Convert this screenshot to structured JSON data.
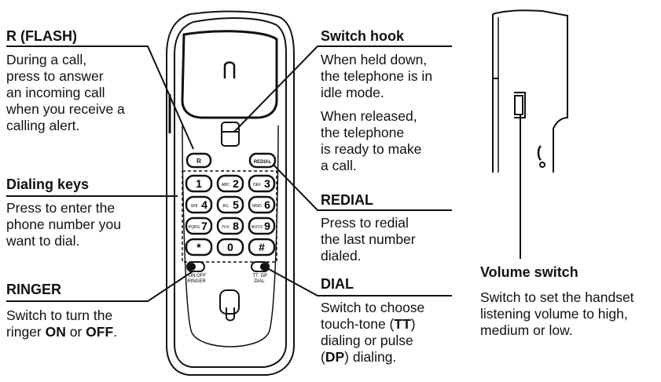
{
  "callouts": {
    "r_flash": {
      "title": "R (FLASH)",
      "lines": [
        "During a call,",
        "press to answer",
        "an incoming call",
        "when you receive a",
        "calling alert."
      ]
    },
    "dialing_keys": {
      "title": "Dialing keys",
      "lines": [
        "Press to enter the",
        "phone number you",
        "want to dial."
      ]
    },
    "ringer": {
      "title": "RINGER",
      "line1": "Switch to turn the",
      "line2_pre": "ringer ",
      "line2_on": "ON",
      "line2_mid": " or ",
      "line2_off": "OFF",
      "line2_end": "."
    },
    "switch_hook": {
      "title": "Switch hook",
      "lines_held": [
        "When held down,",
        "the telephone is in",
        "idle mode."
      ],
      "lines_released": [
        "When released,",
        "the telephone",
        "is ready to make",
        "a call."
      ]
    },
    "redial": {
      "title": "REDIAL",
      "lines": [
        "Press to redial",
        "the last number",
        "dialed."
      ]
    },
    "dial": {
      "title": "DIAL",
      "line1": "Switch to choose",
      "line2_pre": "touch-tone (",
      "line2_b": "TT",
      "line2_post": ")",
      "line3": "dialing or pulse",
      "line4_pre": "(",
      "line4_b": "DP",
      "line4_post": ") dialing."
    },
    "volume_switch": {
      "title": "Volume switch",
      "lines": [
        "Switch to set the handset",
        "listening volume to high,",
        "medium or low."
      ]
    }
  },
  "phone": {
    "r_key": "R",
    "redial_key": "REDIAL",
    "keys": [
      {
        "num": "1",
        "sub": ""
      },
      {
        "num": "2",
        "sub": "ABC"
      },
      {
        "num": "3",
        "sub": "DEF"
      },
      {
        "num": "4",
        "sub": "GHI"
      },
      {
        "num": "5",
        "sub": "JKL"
      },
      {
        "num": "6",
        "sub": "MNO"
      },
      {
        "num": "7",
        "sub": "PQRS"
      },
      {
        "num": "8",
        "sub": "TUV"
      },
      {
        "num": "9",
        "sub": "WXYZ"
      },
      {
        "num": "*",
        "sub": ""
      },
      {
        "num": "0",
        "sub": ""
      },
      {
        "num": "#",
        "sub": ""
      }
    ],
    "ringer_on": "ON",
    "ringer_off": "OFF",
    "ringer_label": "RINGER",
    "dial_tt": "TT",
    "dial_dp": "DP",
    "dial_label": "DIAL"
  }
}
